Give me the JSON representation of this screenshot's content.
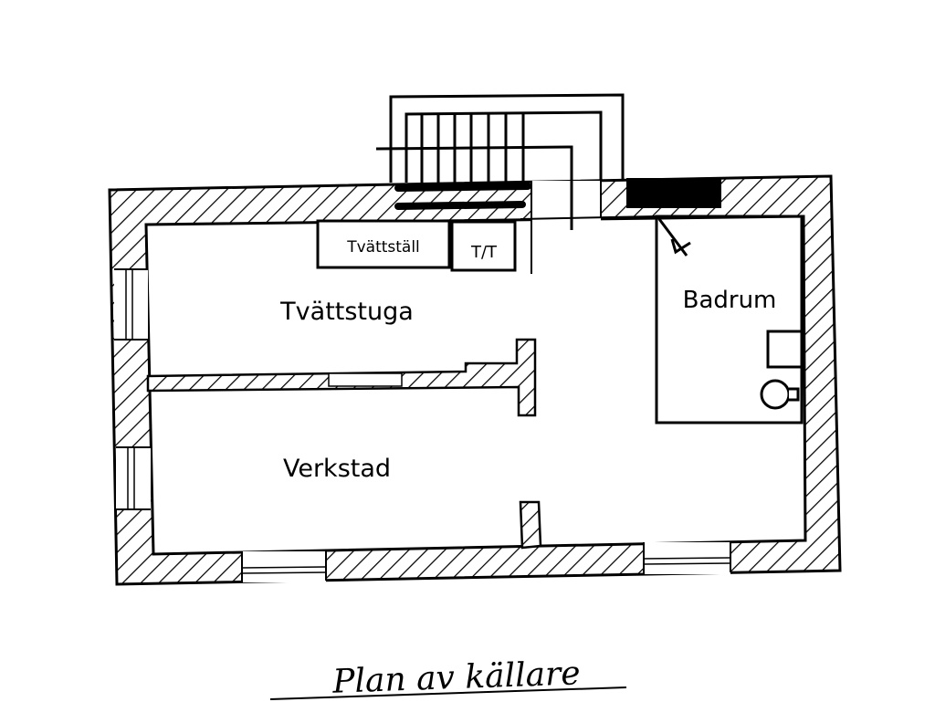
{
  "plan": {
    "title": "Plan av källare",
    "fixtures": {
      "sink": "Tvättställ",
      "dryer": "T/T"
    },
    "rooms": {
      "laundry": "Tvättstuga",
      "bathroom": "Badrum",
      "workshop": "Verkstad"
    }
  }
}
